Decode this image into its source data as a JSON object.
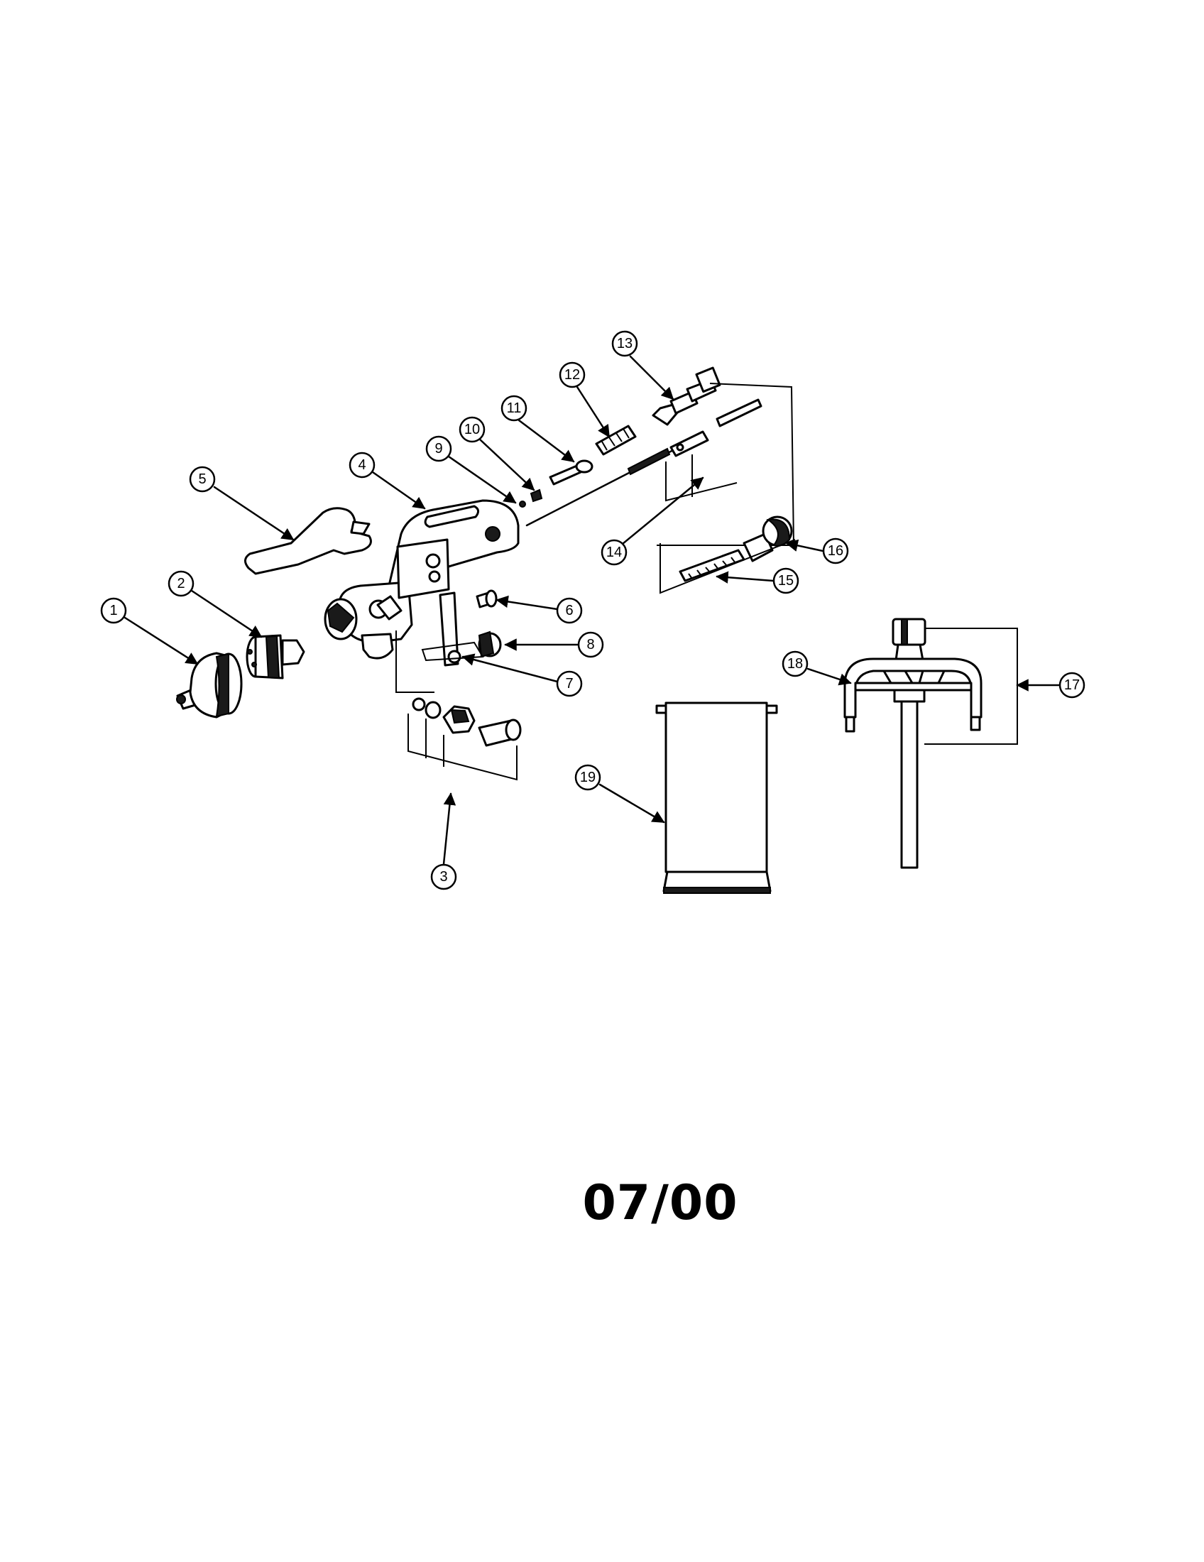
{
  "diagram": {
    "callouts": [
      "1",
      "2",
      "3",
      "4",
      "5",
      "6",
      "7",
      "8",
      "9",
      "10",
      "11",
      "12",
      "13",
      "14",
      "15",
      "16",
      "17",
      "18",
      "19"
    ]
  },
  "footer": {
    "date_code": "07/00"
  }
}
